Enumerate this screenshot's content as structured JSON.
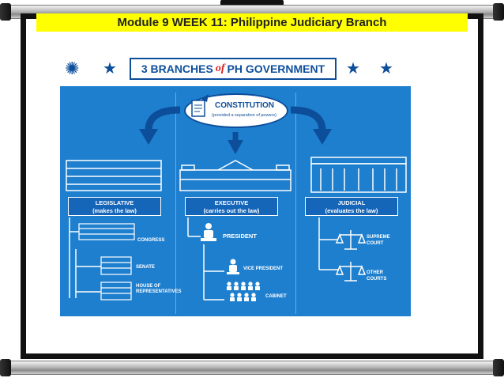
{
  "slide": {
    "title": "Module 9 WEEK 11: Philippine Judiciary Branch"
  },
  "infographic": {
    "banner_prefix": "3 BRANCHES",
    "banner_of": "of",
    "banner_suffix": "PH GOVERNMENT",
    "constitution_title": "CONSTITUTION",
    "constitution_subtitle": "(provided a separation of powers)",
    "branches": [
      {
        "name": "LEGISLATIVE",
        "role": "(makes the law)"
      },
      {
        "name": "EXECUTIVE",
        "role": "(carries out the law)"
      },
      {
        "name": "JUDICIAL",
        "role": "(evaluates the law)"
      }
    ],
    "legislative_items": [
      "CONGRESS",
      "SENATE",
      "HOUSE OF",
      "REPRESENTATIVES"
    ],
    "executive_items": [
      "PRESIDENT",
      "VICE PRESIDENT",
      "CABINET"
    ],
    "judicial_items": [
      "SUPREME",
      "COURT",
      "OTHER",
      "COURTS"
    ]
  },
  "colors": {
    "title_bar": "#ffff00",
    "infographic_bg": "#1e7fcf",
    "banner_text": "#0d4e9a",
    "accent_red": "#d92020"
  },
  "icons": [
    "sun-icon",
    "star-icon",
    "constitution-document-icon",
    "arrow-down-icon",
    "building-icon",
    "justice-scale-icon",
    "person-icon"
  ]
}
